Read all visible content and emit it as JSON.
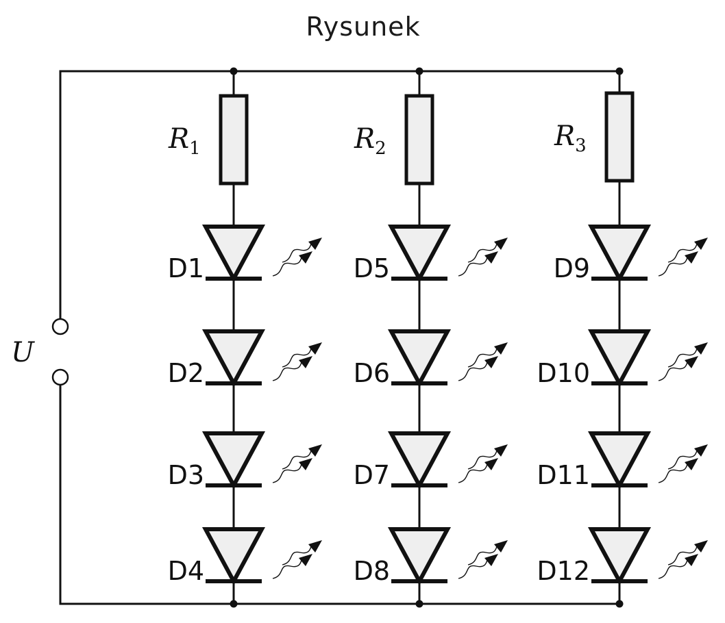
{
  "title": "Rysunek",
  "source": {
    "label_main": "U",
    "top_terminal_icon": "open-terminal-circle",
    "bottom_terminal_icon": "open-terminal-circle"
  },
  "branches": [
    {
      "resistor": {
        "main": "R",
        "sub": "1"
      },
      "diodes": [
        "D1",
        "D2",
        "D3",
        "D4"
      ]
    },
    {
      "resistor": {
        "main": "R",
        "sub": "2"
      },
      "diodes": [
        "D5",
        "D6",
        "D7",
        "D8"
      ]
    },
    {
      "resistor": {
        "main": "R",
        "sub": "3"
      },
      "diodes": [
        "D9",
        "D10",
        "D11",
        "D12"
      ]
    }
  ],
  "icons": {
    "resistor": "resistor-icon",
    "led": "led-icon",
    "light_emission": "light-arrows-icon",
    "junction": "junction-dot-icon"
  },
  "colors": {
    "stroke": "#111111",
    "component_fill": "#efefef",
    "background": "#ffffff"
  }
}
